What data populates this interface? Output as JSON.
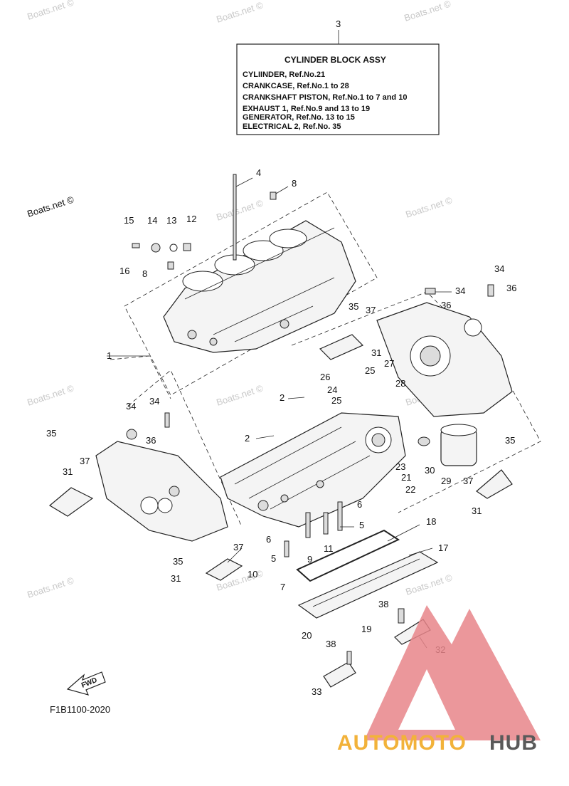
{
  "watermark": "Boats.net ©",
  "legend": {
    "ref": "3",
    "title": "CYLINDER BLOCK ASSY",
    "lines": [
      "CYLIINDER, Ref.No.21",
      "CRANKCASE, Ref.No.1 to 28",
      "CRANKSHAFT PISTON, Ref.No.1 to 7 and 10",
      "EXHAUST 1, Ref.No.9 and 13 to 19",
      "GENERATOR, Ref.No. 13 to 15",
      "ELECTRICAL 2, Ref.No. 35"
    ]
  },
  "diagram_code": "F1B1100-2020",
  "fwd_label": "FWD",
  "brand": {
    "part1": "AUTOMOTO",
    "part2": "HUB",
    "color1": "#f2b23a",
    "color2": "#5a5a5a",
    "triangle_color": "#e8858a"
  },
  "callouts": [
    "4",
    "8",
    "15",
    "14",
    "13",
    "12",
    "16",
    "8",
    "34",
    "34",
    "36",
    "35",
    "37",
    "31",
    "1",
    "26",
    "25",
    "27",
    "24",
    "28",
    "2",
    "25",
    "36",
    "34",
    "34",
    "35",
    "2",
    "36",
    "31",
    "37",
    "30",
    "29",
    "23",
    "21",
    "22",
    "6",
    "5",
    "6",
    "11",
    "9",
    "37",
    "35",
    "31",
    "10",
    "5",
    "7",
    "18",
    "17",
    "38",
    "20",
    "19",
    "38",
    "32",
    "33",
    "37",
    "35",
    "31"
  ]
}
